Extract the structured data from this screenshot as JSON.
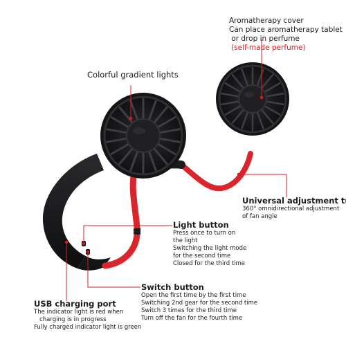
{
  "colors": {
    "fan_black": "#1c1c1e",
    "tube_red": "#d9252b",
    "callout_red": "#d42020",
    "blade_gray": "#3a3a3d"
  },
  "labels": {
    "aromatherapy": {
      "lines": [
        "Aromatherapy cover",
        "Can place aromatherapy tablet",
        " or drop in perfume"
      ],
      "highlight": "(self-made perfume)"
    },
    "gradient_lights": "Colorful gradient lights",
    "adjustment_tube": {
      "title": "Universal adjustment tube",
      "lines": [
        "360° omnidirectional adjustment",
        "of fan angle"
      ]
    },
    "light_button": {
      "title": "Light button",
      "lines": [
        "Press once to turn on",
        "the light",
        "Switching the light mode",
        "for the second time",
        "Closed for the third time"
      ]
    },
    "switch_button": {
      "title": "Switch button",
      "lines": [
        "Open the first time by the first time",
        "Switching 2nd gear for the second time",
        "Switch 3 times for the third time",
        "Turn off the fan for the fourth time"
      ]
    },
    "usb_port": {
      "title": "USB charging port",
      "lines": [
        "The indicator light is red when",
        "   charging is in progress",
        "Fully charged indicator light is green"
      ]
    }
  }
}
